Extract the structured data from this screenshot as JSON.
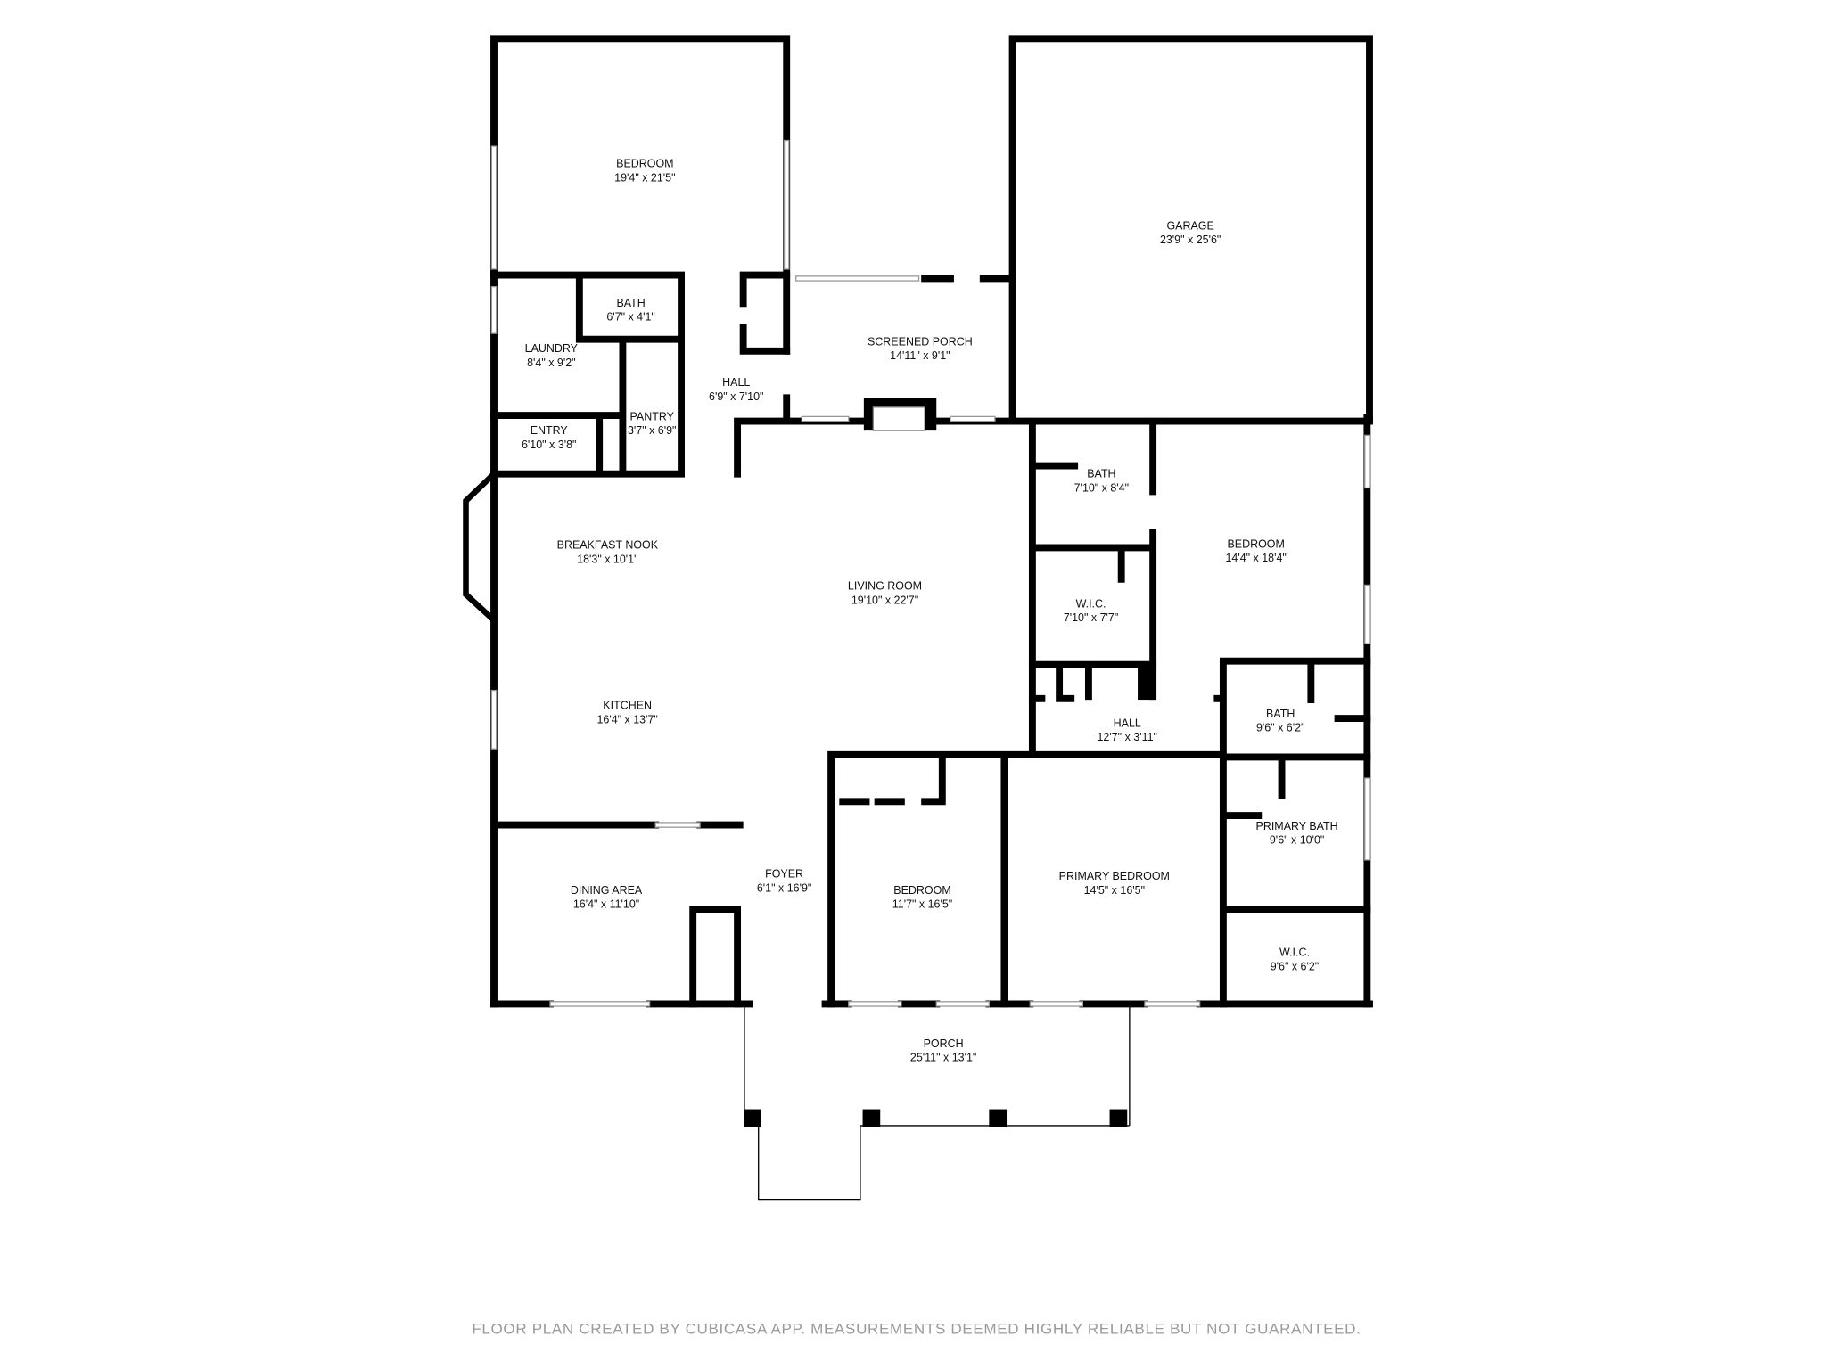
{
  "rooms": {
    "bedroom_nw": {
      "name": "BEDROOM",
      "dims": "19'4\" x 21'5\""
    },
    "garage": {
      "name": "GARAGE",
      "dims": "23'9\" x 25'6\""
    },
    "bath_nw": {
      "name": "BATH",
      "dims": "6'7\" x 4'1\""
    },
    "laundry": {
      "name": "LAUNDRY",
      "dims": "8'4\" x 9'2\""
    },
    "screened_porch": {
      "name": "SCREENED PORCH",
      "dims": "14'11\" x 9'1\""
    },
    "hall_n": {
      "name": "HALL",
      "dims": "6'9\" x 7'10\""
    },
    "pantry": {
      "name": "PANTRY",
      "dims": "3'7\" x 6'9\""
    },
    "entry": {
      "name": "ENTRY",
      "dims": "6'10\" x 3'8\""
    },
    "bath_e": {
      "name": "BATH",
      "dims": "7'10\" x 8'4\""
    },
    "bedroom_e": {
      "name": "BEDROOM",
      "dims": "14'4\" x 18'4\""
    },
    "breakfast_nook": {
      "name": "BREAKFAST NOOK",
      "dims": "18'3\" x 10'1\""
    },
    "living_room": {
      "name": "LIVING ROOM",
      "dims": "19'10\" x 22'7\""
    },
    "wic_e": {
      "name": "W.I.C.",
      "dims": "7'10\" x 7'7\""
    },
    "kitchen": {
      "name": "KITCHEN",
      "dims": "16'4\" x 13'7\""
    },
    "hall_e": {
      "name": "HALL",
      "dims": "12'7\" x 3'11\""
    },
    "bath_se": {
      "name": "BATH",
      "dims": "9'6\" x 6'2\""
    },
    "primary_bath": {
      "name": "PRIMARY BATH",
      "dims": "9'6\" x 10'0\""
    },
    "dining_area": {
      "name": "DINING AREA",
      "dims": "16'4\" x 11'10\""
    },
    "foyer": {
      "name": "FOYER",
      "dims": "6'1\" x 16'9\""
    },
    "bedroom_s": {
      "name": "BEDROOM",
      "dims": "11'7\" x 16'5\""
    },
    "primary_bedroom": {
      "name": "PRIMARY BEDROOM",
      "dims": "14'5\" x 16'5\""
    },
    "wic_se": {
      "name": "W.I.C.",
      "dims": "9'6\" x 6'2\""
    },
    "porch": {
      "name": "PORCH",
      "dims": "25'11\" x 13'1\""
    }
  },
  "footer": "FLOOR PLAN CREATED BY CUBICASA APP. MEASUREMENTS DEEMED HIGHLY RELIABLE BUT NOT GUARANTEED."
}
